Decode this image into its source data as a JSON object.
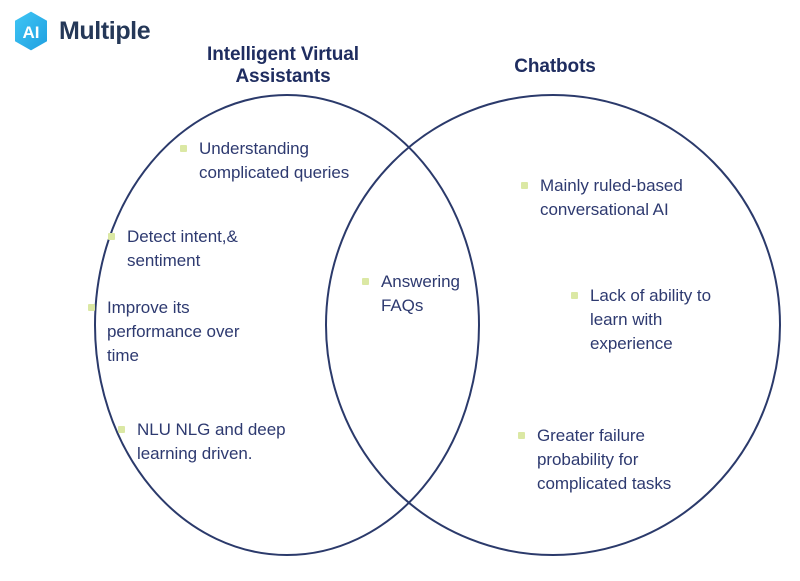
{
  "logo": {
    "mark_text": "AI",
    "word": "Multiple",
    "mark_color": "#2bb8ef",
    "word_color": "#253858"
  },
  "diagram": {
    "type": "venn",
    "stroke_color": "#2b3a6b",
    "text_color": "#2e3a70",
    "bullet_color": "#dbe8a4",
    "left_title": "Intelligent Virtual\nAssistants",
    "left_title_line1": "Intelligent Virtual",
    "left_title_line2": "Assistants",
    "right_title": "Chatbots",
    "left_items": [
      "Understanding complicated queries",
      "Detect intent,& sentiment",
      "Improve its performance over time",
      "NLU NLG and deep learning driven."
    ],
    "center_items": [
      "Answering FAQs"
    ],
    "right_items": [
      "Mainly ruled-based conversational AI",
      "Lack of ability to learn with experience",
      "Greater failure probability for complicated tasks"
    ]
  }
}
